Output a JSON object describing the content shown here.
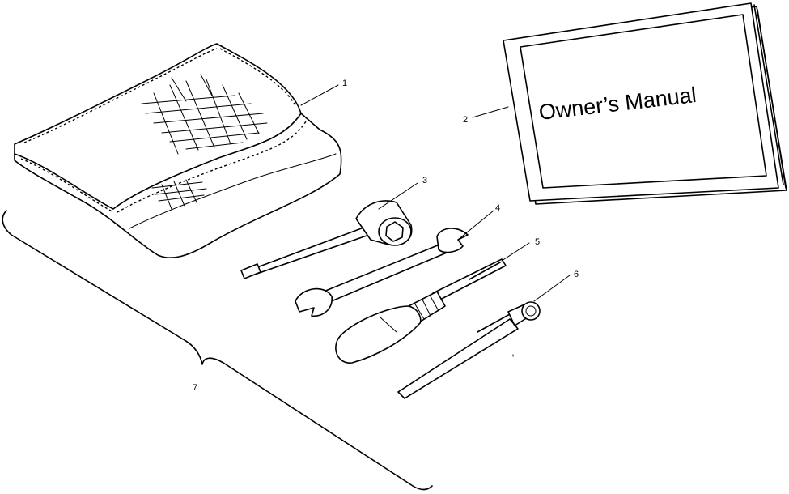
{
  "manual": {
    "title": "Owner’s Manual"
  },
  "callouts": [
    {
      "id": "1",
      "label": "1"
    },
    {
      "id": "2",
      "label": "2"
    },
    {
      "id": "3",
      "label": "3"
    },
    {
      "id": "4",
      "label": "4"
    },
    {
      "id": "5",
      "label": "5"
    },
    {
      "id": "6",
      "label": "6"
    },
    {
      "id": "7",
      "label": "7"
    }
  ]
}
